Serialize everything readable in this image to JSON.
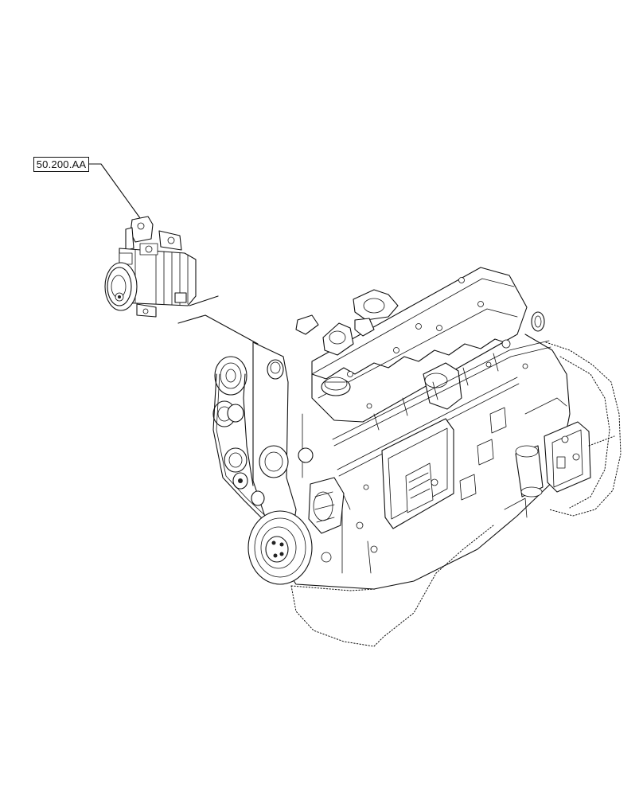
{
  "callouts": [
    {
      "label": "50.200.AA",
      "target": "air-conditioning-compressor"
    }
  ],
  "diagram": {
    "main_assembly": "engine",
    "component": "air-conditioning-compressor",
    "line_color": "#111111",
    "background": "#ffffff"
  }
}
